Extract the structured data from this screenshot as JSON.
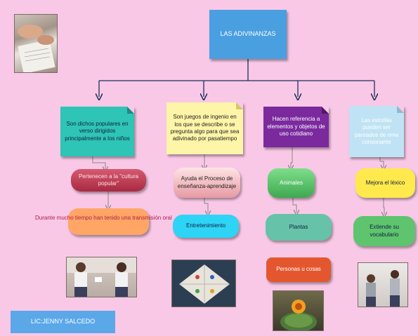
{
  "title": "LAS ADIVINANZAS",
  "author": "LIC:JENNY SALCEDO",
  "colors": {
    "background": "#f9c8e6",
    "title_box": "#4a9fe0",
    "teal": "#2ec4b6",
    "yellow": "#fff5a8",
    "purple": "#7b2a9e",
    "light_blue": "#bfe3f4",
    "pink_red": "#c0384f",
    "orange": "#ffa566",
    "cyan": "#2dd4f5",
    "green": "#5ec46e",
    "sea_green": "#66c2a8",
    "orange_red": "#e4572e",
    "author_box": "#5aa8e8"
  },
  "branches": [
    {
      "concept": "Son dichos populares en verso dirigidos principalmente a los niños",
      "children": [
        "Pertenecen a la \"cultura popular\"",
        "Durante mucho tiempo han tenido una transmisión oral"
      ]
    },
    {
      "concept": "Son juegos de ingenio en los que se describe o se pregunta algo para que sea adivinado por pasatiempo",
      "children": [
        "Ayuda el Proceso de enseñanza-aprendizaje",
        "Entretenimiento"
      ]
    },
    {
      "concept": "Hacen referencia a elementos y objetos de uso cotidiano",
      "children": [
        "Animales",
        "Plantas",
        "Personas u cosas"
      ]
    },
    {
      "concept": "Las estrofas pueden ser pareados de rima consonante",
      "children": [
        "Mejora el léxico",
        "Extiende su vocabulario"
      ]
    }
  ],
  "photos": [
    "hands-writing-photo",
    "children-riddle-photo",
    "paper-fortune-teller-photo",
    "cactus-flower-photo",
    "children-classroom-photo"
  ]
}
